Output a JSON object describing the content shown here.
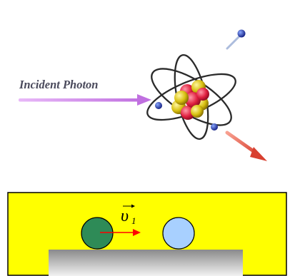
{
  "photoelectric": {
    "incident_label": "Incident Photon",
    "colors": {
      "photon_arrow": "#cf86e8",
      "label_text": "#4a4a5c",
      "orbit": "#2a2a2a",
      "proton": "#e02040",
      "neutron": "#d8c010",
      "electron": "#1838c8",
      "ejected_arrow": "#e86050"
    }
  },
  "collision": {
    "velocity_label": "υ",
    "velocity_subscript": "1",
    "colors": {
      "background": "#ffff00",
      "border": "#000000",
      "ball_moving": "#2e8b57",
      "ball_target": "#a8d0ff",
      "arrow": "#ff0000",
      "surface_top": "#8a8a8a",
      "surface_bottom": "#f2f2f2"
    }
  }
}
